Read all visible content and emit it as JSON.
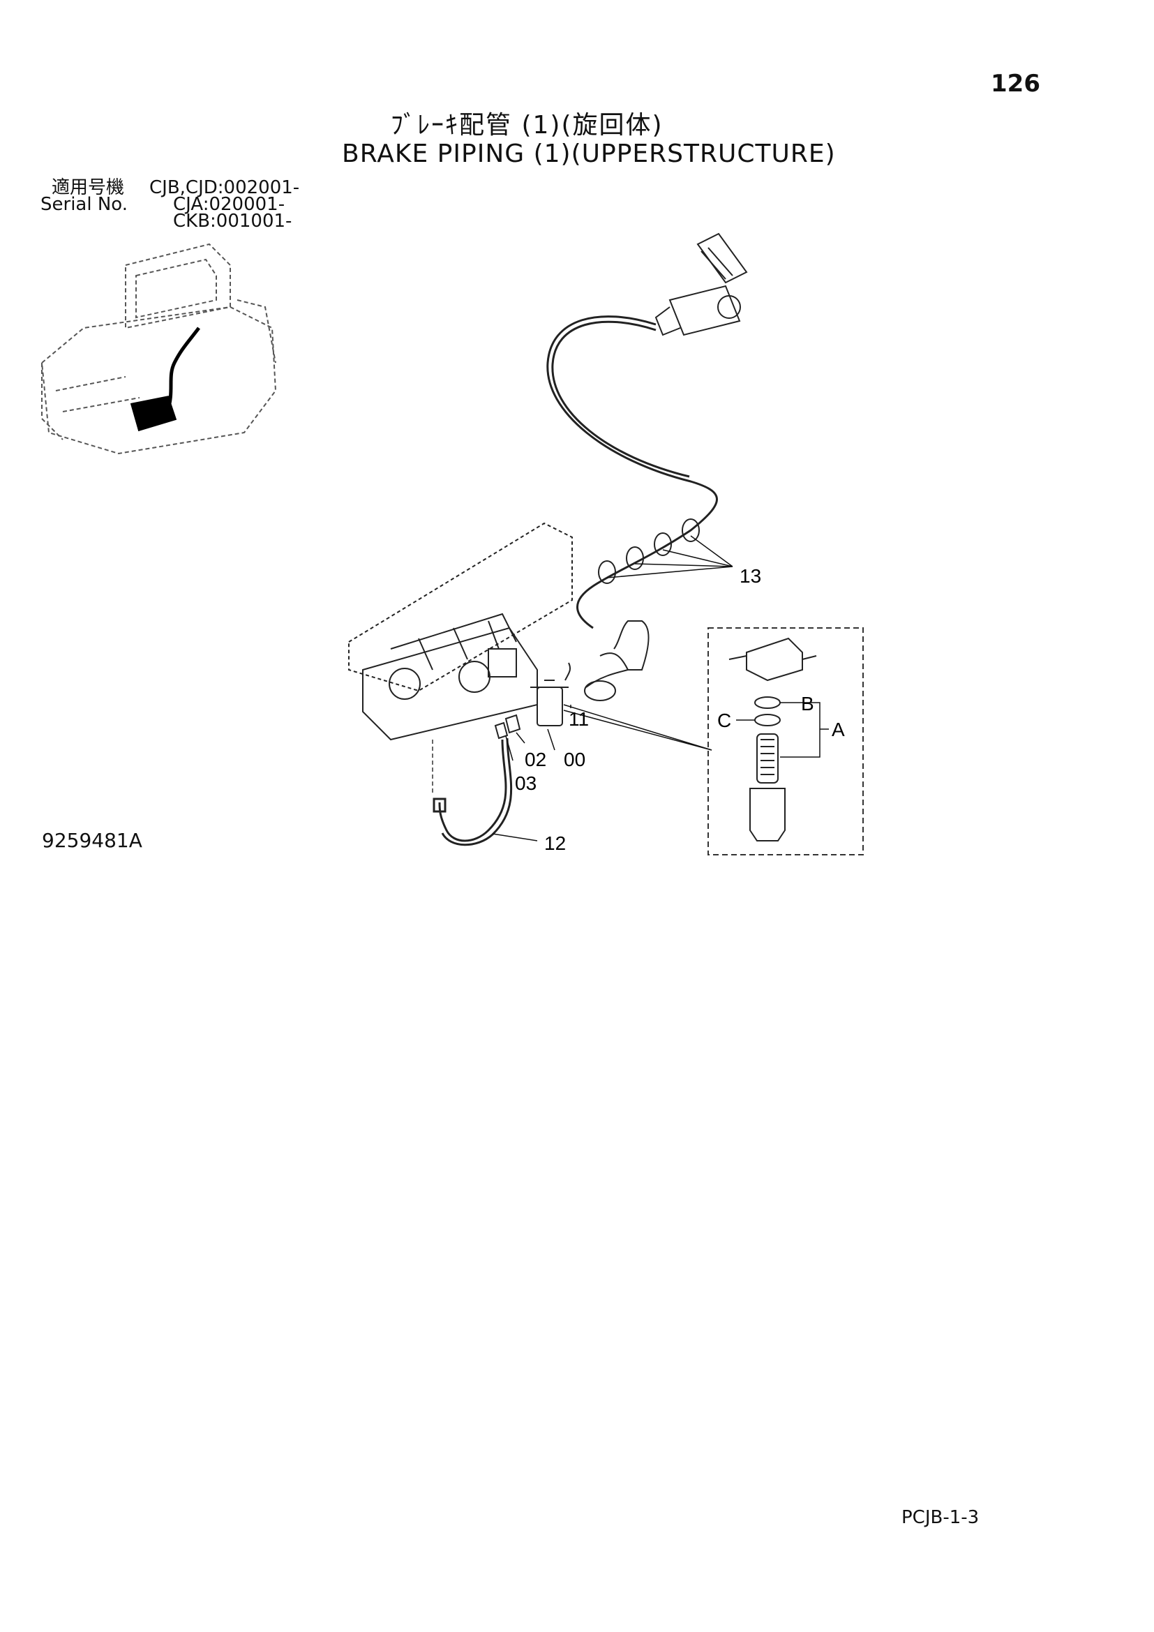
{
  "page": {
    "number": "126",
    "title_jp": "ﾌﾞﾚｰｷ配管 (1)(旋回体)",
    "title_en": "BRAKE PIPING (1)(UPPERSTRUCTURE)",
    "drawing_number": "9259481A",
    "footer_code": "PCJB-1-3"
  },
  "serial": {
    "label_jp": "適用号機",
    "label_en": "Serial No.",
    "ranges": [
      "CJB,CJD:002001-",
      "CJA:020001-",
      "CKB:001001-"
    ]
  },
  "callouts": {
    "c13": "13",
    "c11": "11",
    "c02": "02",
    "c00": "00",
    "c03": "03",
    "c12": "12",
    "cA": "A",
    "cB": "B",
    "cC": "C"
  }
}
